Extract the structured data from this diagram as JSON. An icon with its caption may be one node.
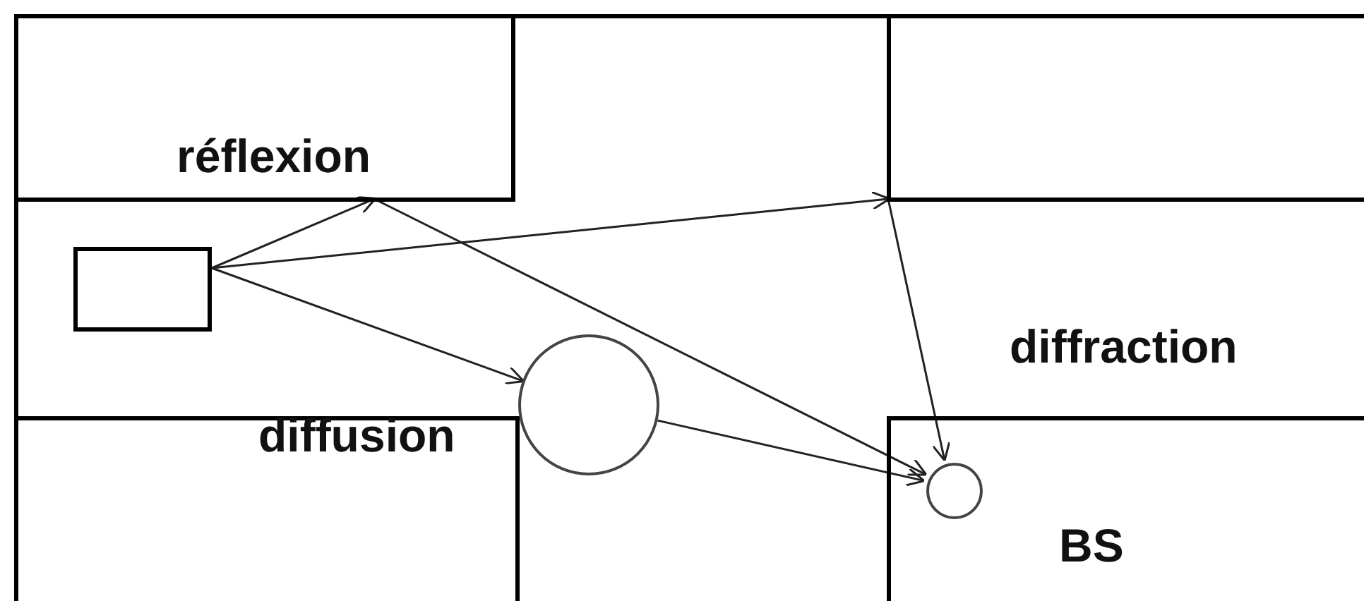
{
  "diagram": {
    "nodes": [
      {
        "text": [
          "réflexion"
        ]
      },
      {
        "text": [],
        "shape": "box"
      },
      {
        "text": [],
        "shape": "box"
      },
      {
        "text": [
          "BS"
        ]
      },
      {
        "text": [],
        "shape": "box"
      },
      {
        "text": [],
        "shape": "circle"
      },
      {
        "text": [],
        "shape": "circle",
        "in": 3
      }
    ],
    "edges": [
      {
        "from": 4,
        "to": 0,
        "arrow": "to"
      },
      {
        "from": 4,
        "to": 1,
        "arrow": "to"
      },
      {
        "from": 4,
        "to": 5,
        "arrow": "to"
      },
      {
        "from": 0,
        "to": 6,
        "arrow": "to"
      },
      {
        "from": 5,
        "to": 6,
        "arrow": "to"
      },
      {
        "from": 1,
        "to": 6,
        "arrow": "to"
      }
    ],
    "labels": [
      "diffraction",
      "diffusion"
    ]
  }
}
